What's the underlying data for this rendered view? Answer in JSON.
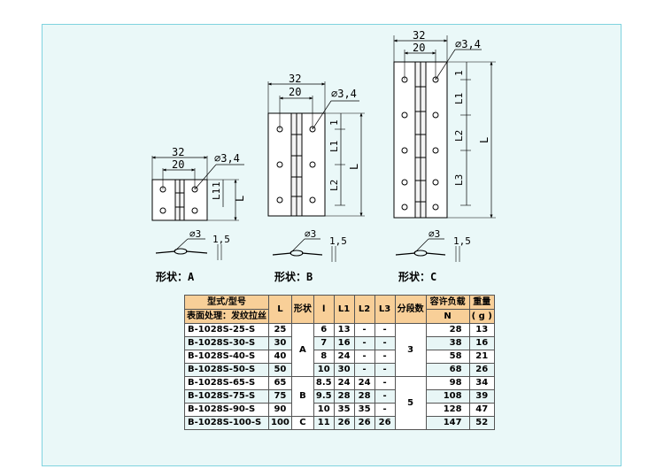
{
  "drawings": {
    "A": {
      "width": "32",
      "pin_span": "20",
      "hole": "∅3,4",
      "dims_right": [
        "L1",
        "1",
        "L"
      ],
      "section_dia": "∅3",
      "thickness": "1,5",
      "label": "形状：A"
    },
    "B": {
      "width": "32",
      "pin_span": "20",
      "hole": "∅3,4",
      "dims_right": [
        "1",
        "L1",
        "L2",
        "L"
      ],
      "section_dia": "∅3",
      "thickness": "1,5",
      "label": "形状：B"
    },
    "C": {
      "width": "32",
      "pin_span": "20",
      "hole": "∅3,4",
      "dims_right": [
        "1",
        "L1",
        "L2",
        "L3",
        "L"
      ],
      "section_dia": "∅3",
      "thickness": "1,5",
      "label": "形状：C"
    }
  },
  "table": {
    "header": {
      "model": "型式/型号",
      "finish": "表面处理：发纹拉丝",
      "L": "L",
      "shape": "形状",
      "l": "l",
      "L1": "L1",
      "L2": "L2",
      "L3": "L3",
      "segments": "分段数",
      "load": "容许负载",
      "load_unit": "N",
      "weight": "重量",
      "weight_unit": "( g )"
    },
    "shape_groups": [
      "A",
      "B",
      "C"
    ],
    "segment_groups": [
      "3",
      "5"
    ],
    "rows": [
      {
        "model": "B-1028S-25-S",
        "L": "25",
        "l": "6",
        "L1": "13",
        "L2": "-",
        "L3": "-",
        "load": "28",
        "weight": "13"
      },
      {
        "model": "B-1028S-30-S",
        "L": "30",
        "l": "7",
        "L1": "16",
        "L2": "-",
        "L3": "-",
        "load": "38",
        "weight": "16"
      },
      {
        "model": "B-1028S-40-S",
        "L": "40",
        "l": "8",
        "L1": "24",
        "L2": "-",
        "L3": "-",
        "load": "58",
        "weight": "21"
      },
      {
        "model": "B-1028S-50-S",
        "L": "50",
        "l": "10",
        "L1": "30",
        "L2": "-",
        "L3": "-",
        "load": "68",
        "weight": "26"
      },
      {
        "model": "B-1028S-65-S",
        "L": "65",
        "l": "8.5",
        "L1": "24",
        "L2": "24",
        "L3": "-",
        "load": "98",
        "weight": "34"
      },
      {
        "model": "B-1028S-75-S",
        "L": "75",
        "l": "9.5",
        "L1": "28",
        "L2": "28",
        "L3": "-",
        "load": "108",
        "weight": "39"
      },
      {
        "model": "B-1028S-90-S",
        "L": "90",
        "l": "10",
        "L1": "35",
        "L2": "35",
        "L3": "-",
        "load": "128",
        "weight": "47"
      },
      {
        "model": "B-1028S-100-S",
        "L": "100",
        "l": "11",
        "L1": "26",
        "L2": "26",
        "L3": "26",
        "load": "147",
        "weight": "52"
      }
    ]
  }
}
